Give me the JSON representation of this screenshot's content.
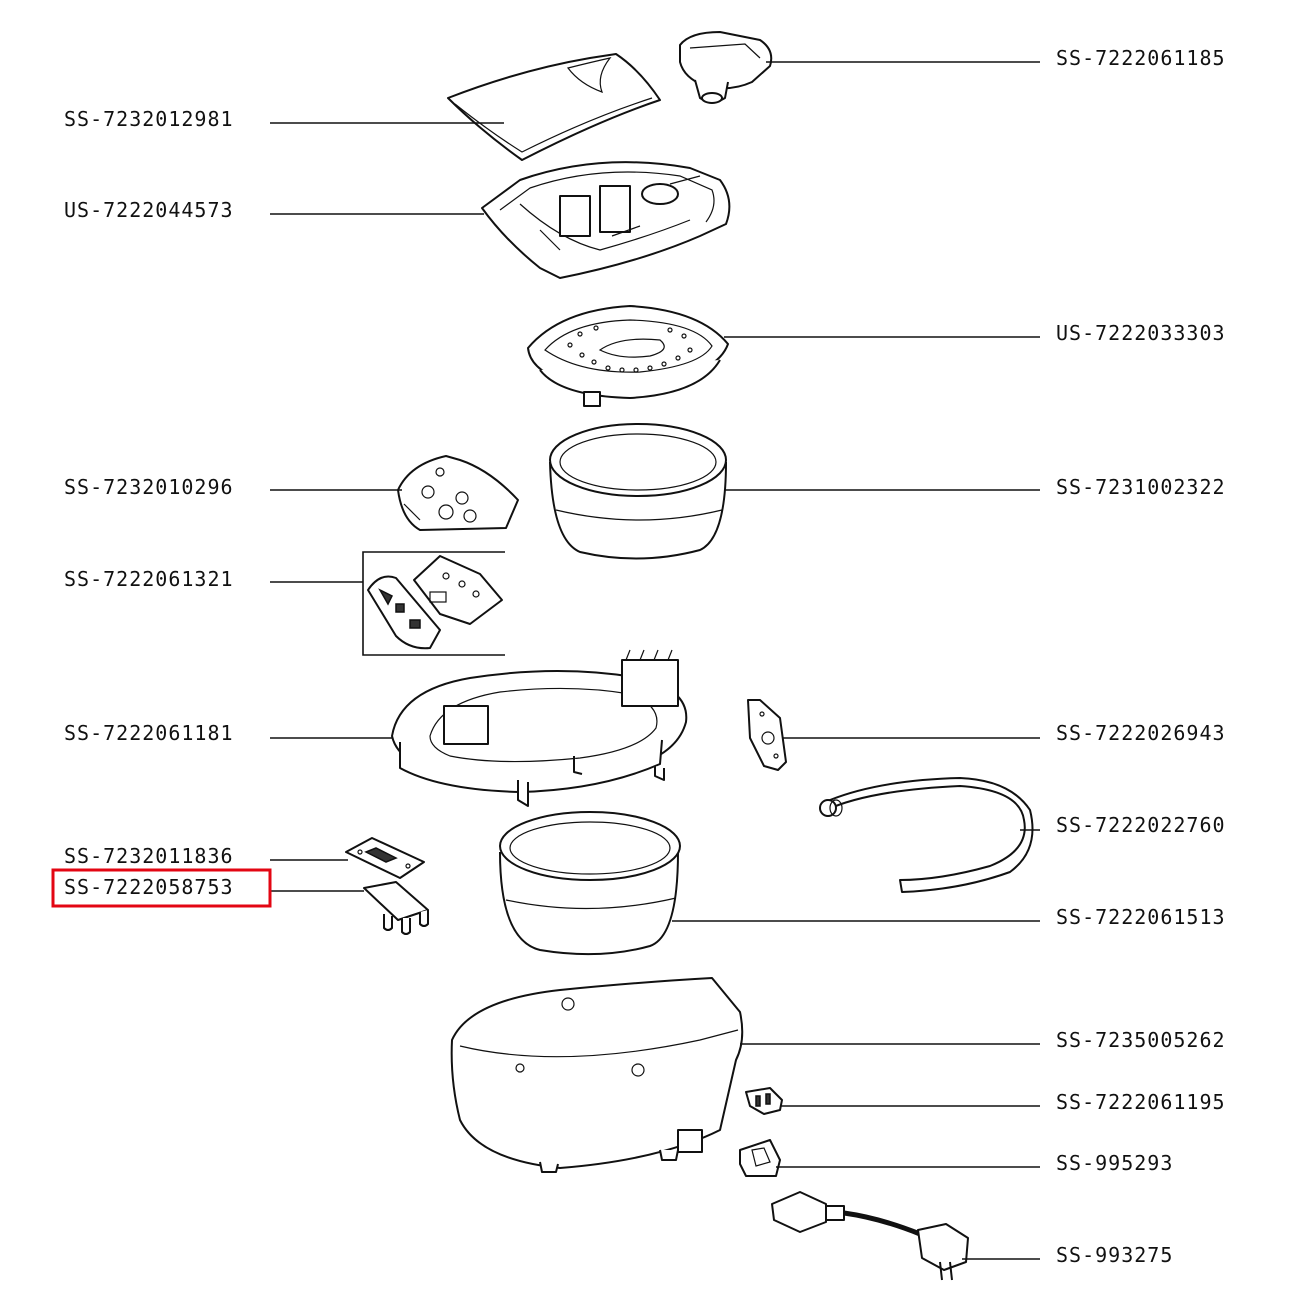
{
  "highlight_color": "#e30613",
  "highlighted_part": "SS-7222058753",
  "parts": [
    {
      "id": "p1185",
      "code": "SS-7222061185",
      "icon": "steam-valve-cap-icon"
    },
    {
      "id": "p2981",
      "code": "SS-7232012981",
      "icon": "lid-cover-icon"
    },
    {
      "id": "p4573",
      "code": "US-7222044573",
      "icon": "lid-frame-icon"
    },
    {
      "id": "p3303",
      "code": "US-7222033303",
      "icon": "inner-lid-icon"
    },
    {
      "id": "p0296",
      "code": "SS-7232010296",
      "icon": "control-panel-icon"
    },
    {
      "id": "p2322",
      "code": "SS-7231002322",
      "icon": "inner-bowl-icon"
    },
    {
      "id": "p1321",
      "code": "SS-7222061321",
      "icon": "circuit-board-icon"
    },
    {
      "id": "p1181",
      "code": "SS-7222061181",
      "icon": "top-housing-ring-icon"
    },
    {
      "id": "p6943",
      "code": "SS-7222026943",
      "icon": "bracket-plate-icon"
    },
    {
      "id": "p2760",
      "code": "SS-7222022760",
      "icon": "gasket-seal-icon"
    },
    {
      "id": "p1836",
      "code": "SS-7232011836",
      "icon": "small-plate-icon"
    },
    {
      "id": "p8753",
      "code": "SS-7222058753",
      "icon": "sensor-board-icon"
    },
    {
      "id": "p1513",
      "code": "SS-7222061513",
      "icon": "heating-bowl-icon"
    },
    {
      "id": "p5262",
      "code": "SS-7235005262",
      "icon": "base-housing-icon"
    },
    {
      "id": "p1195",
      "code": "SS-7222061195",
      "icon": "power-socket-icon"
    },
    {
      "id": "p5293",
      "code": "SS-995293",
      "icon": "socket-cover-icon"
    },
    {
      "id": "p3275",
      "code": "SS-993275",
      "icon": "power-cord-icon"
    }
  ]
}
